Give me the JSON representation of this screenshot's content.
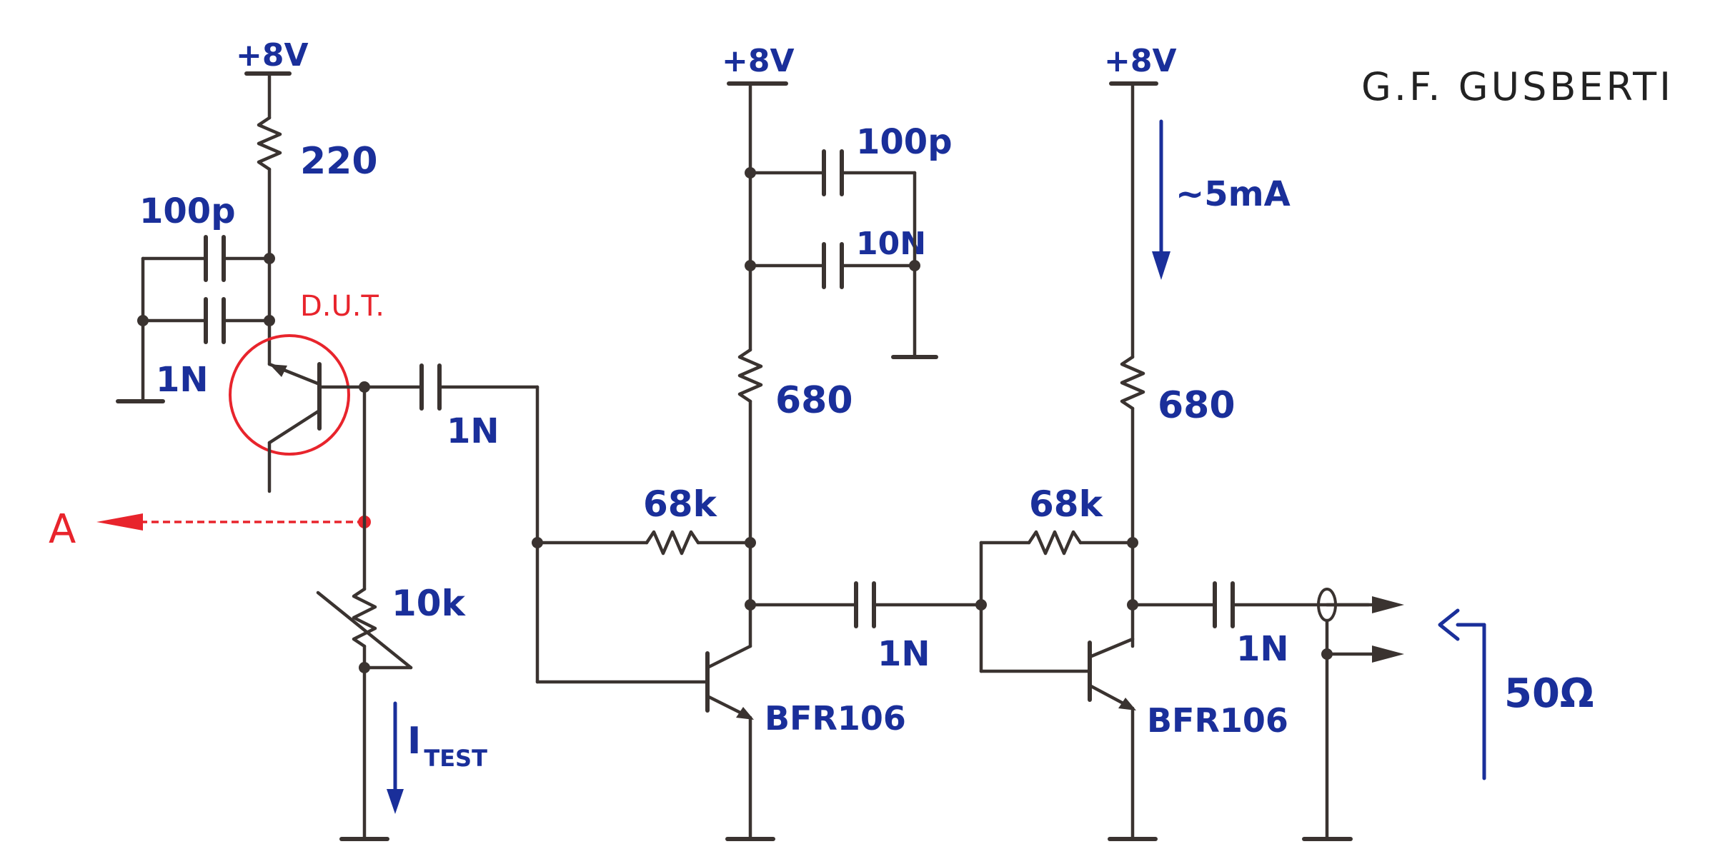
{
  "author": "G.F. GUSBERTI",
  "supply": {
    "left": "+8V",
    "middle": "+8V",
    "right": "+8V"
  },
  "dut": {
    "label": "D.U.T.",
    "emitter_resistor": "220",
    "bypass_cap_top": "100p",
    "bypass_cap_bottom": "1N"
  },
  "test_point": {
    "label": "A"
  },
  "bias": {
    "pot": "10k",
    "current_main": "I",
    "current_sub": "TEST"
  },
  "coupling_cap_1": "1N",
  "stage1": {
    "decoupling_top": "100p",
    "decoupling_bottom": "10N",
    "collector_resistor": "680",
    "feedback_resistor": "68k",
    "transistor": "BFR106",
    "output_cap": "1N"
  },
  "stage2": {
    "current": "~5mA",
    "collector_resistor": "680",
    "feedback_resistor": "68k",
    "transistor": "BFR106",
    "output_cap": "1N"
  },
  "output": {
    "impedance": "50Ω"
  },
  "colors": {
    "ink": "#3a3330",
    "blue": "#1a2f9a",
    "red": "#e8242c",
    "black": "#222222"
  }
}
